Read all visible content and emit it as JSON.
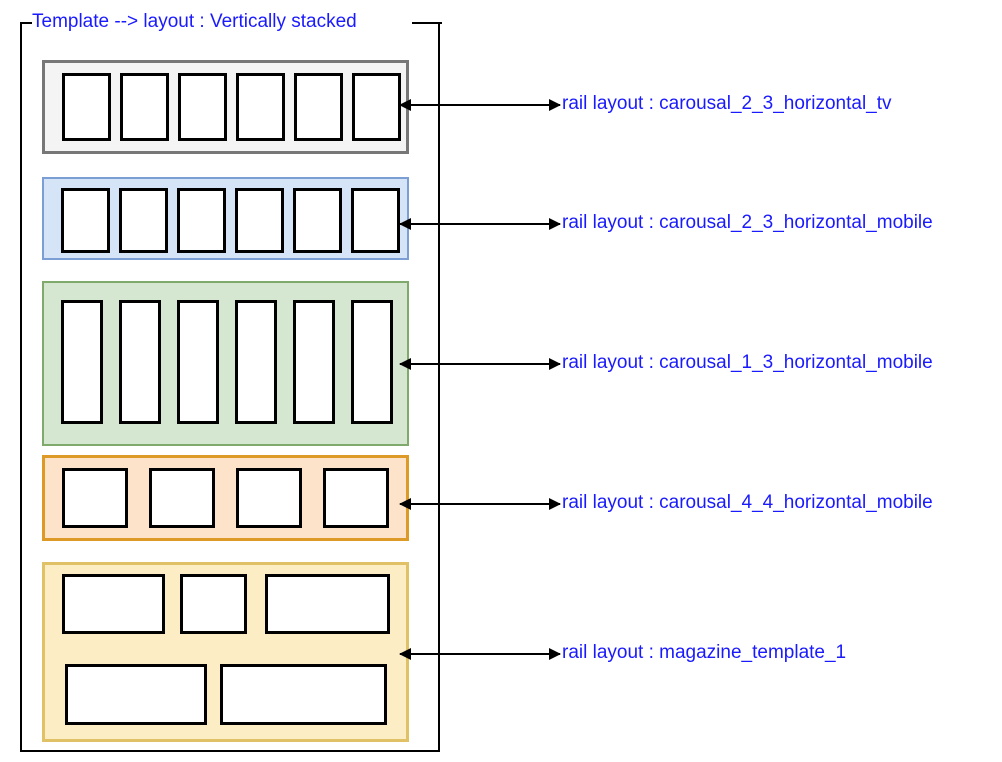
{
  "diagram": {
    "title": "Template --> layout : Vertically stacked",
    "accent_color": "#1a1aff",
    "outline_color": "#000000",
    "label_prefix": "rail layout : ",
    "rails": [
      {
        "id": "rail-1",
        "label": "rail layout :  carousal_2_3_horizontal_tv",
        "layout_name": "carousal_2_3_horizontal_tv",
        "fill": "#f4f4f4",
        "border": "#777777",
        "card_count": 6,
        "card_shape": "portrait-2-3"
      },
      {
        "id": "rail-2",
        "label": "rail layout :  carousal_2_3_horizontal_mobile",
        "layout_name": "carousal_2_3_horizontal_mobile",
        "fill": "#d6e4f7",
        "border": "#7b9fd4",
        "card_count": 6,
        "card_shape": "portrait-2-3"
      },
      {
        "id": "rail-3",
        "label": "rail layout :  carousal_1_3_horizontal_mobile",
        "layout_name": "carousal_1_3_horizontal_mobile",
        "fill": "#d6e7d1",
        "border": "#80aa6c",
        "card_count": 6,
        "card_shape": "portrait-1-3"
      },
      {
        "id": "rail-4",
        "label": "rail layout :  carousal_4_4_horizontal_mobile",
        "layout_name": "carousal_4_4_horizontal_mobile",
        "fill": "#fce3c9",
        "border": "#dd9a26",
        "card_count": 4,
        "card_shape": "square-4-4"
      },
      {
        "id": "rail-5",
        "label": "rail layout :  magazine_template_1",
        "layout_name": "magazine_template_1",
        "fill": "#fdedc4",
        "border": "#e0c165",
        "card_count": 5,
        "card_shape": "magazine-mixed"
      }
    ]
  }
}
